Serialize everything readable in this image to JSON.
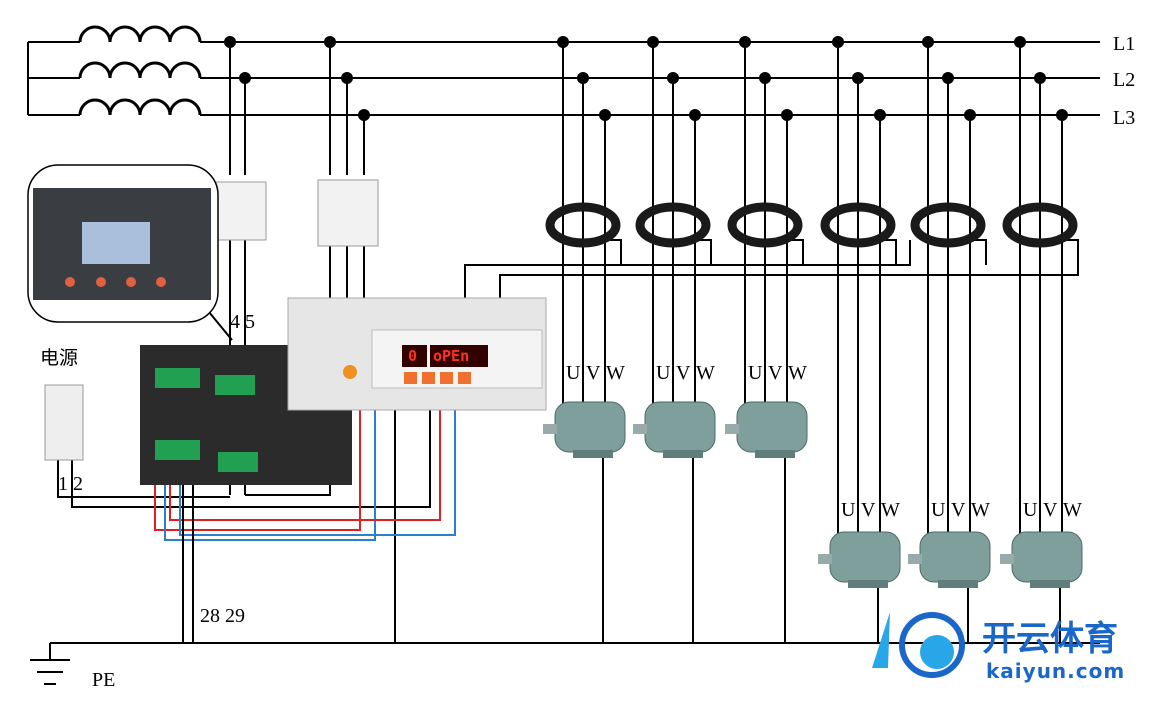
{
  "phases": {
    "l1": "L1",
    "l2": "L2",
    "l3": "L3"
  },
  "ground_label": "PE",
  "power_label": "电源",
  "terminals": {
    "breaker": "1 2",
    "monitor": "4 5",
    "bottom": "28 29"
  },
  "motor_labels": [
    {
      "u": "U",
      "v": "V",
      "w": "W"
    },
    {
      "u": "U",
      "v": "V",
      "w": "W"
    },
    {
      "u": "U",
      "v": "V",
      "w": "W"
    },
    {
      "u": "U",
      "v": "V",
      "w": "W"
    },
    {
      "u": "U",
      "v": "V",
      "w": "W"
    },
    {
      "u": "U",
      "v": "V",
      "w": "W"
    }
  ],
  "module_display": {
    "left": "0",
    "right": "oPEn"
  },
  "watermark": {
    "cn": "开云体育",
    "en": "kaiyun.com"
  },
  "colors": {
    "wire": "#000000",
    "red_wire": "#e02020",
    "blue_wire": "#2a7fd0",
    "logo": "#1a66c9",
    "device_dark": "#2b2b2b",
    "motor": "#7f9f9c"
  }
}
